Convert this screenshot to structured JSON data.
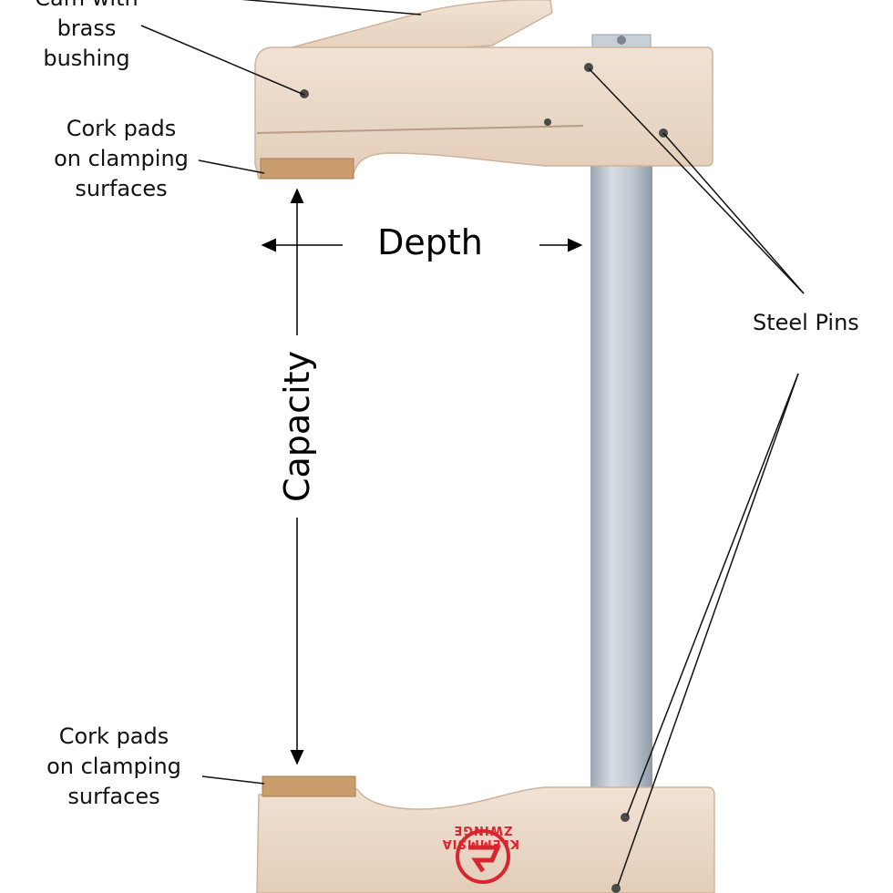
{
  "labels": {
    "cam": [
      "Cam with",
      "brass",
      "bushing"
    ],
    "cork_top": [
      "Cork pads",
      "on clamping",
      "surfaces"
    ],
    "cork_bottom": [
      "Cork pads",
      "on clamping",
      "surfaces"
    ],
    "steel_pins": "Steel Pins"
  },
  "dimensions": {
    "depth": "Depth",
    "capacity": "Capacity"
  },
  "logo": {
    "brand": "KLEMMSIA ZWINGE"
  },
  "colors": {
    "wood": "#ead7c6",
    "wood_dark": "#cdb39c",
    "cork": "#c99d6c",
    "steel": "#c4ccd4",
    "logo_red": "#d9252f"
  }
}
